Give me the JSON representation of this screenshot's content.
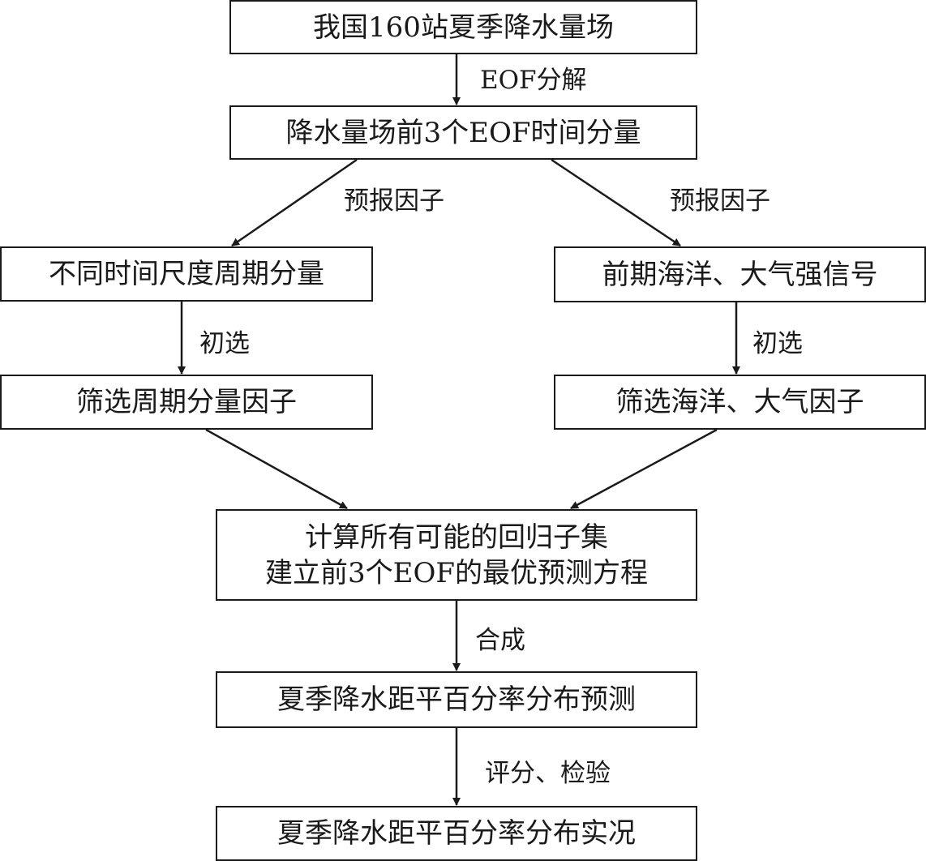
{
  "nodes": {
    "source": "我国160站夏季降水量场",
    "eof_components": "降水量场前3个EOF时间分量",
    "periodic_components": "不同时间尺度周期分量",
    "ocean_atmosphere_signals": "前期海洋、大气强信号",
    "filter_periodic": "筛选周期分量因子",
    "filter_ocean_atmosphere": "筛选海洋、大气因子",
    "regression_line1": "计算所有可能的回归子集",
    "regression_line2": "建立前3个EOF的最优预测方程",
    "forecast": "夏季降水距平百分率分布预测",
    "observed": "夏季降水距平百分率分布实况"
  },
  "edges": {
    "eof_decomposition": "EOF分解",
    "predictor_left": "预报因子",
    "predictor_right": "预报因子",
    "preselect_left": "初选",
    "preselect_right": "初选",
    "synthesis": "合成",
    "evaluation": "评分、检验"
  },
  "colors": {
    "line": "#1a1a1a",
    "box_fill": "#ffffff"
  }
}
